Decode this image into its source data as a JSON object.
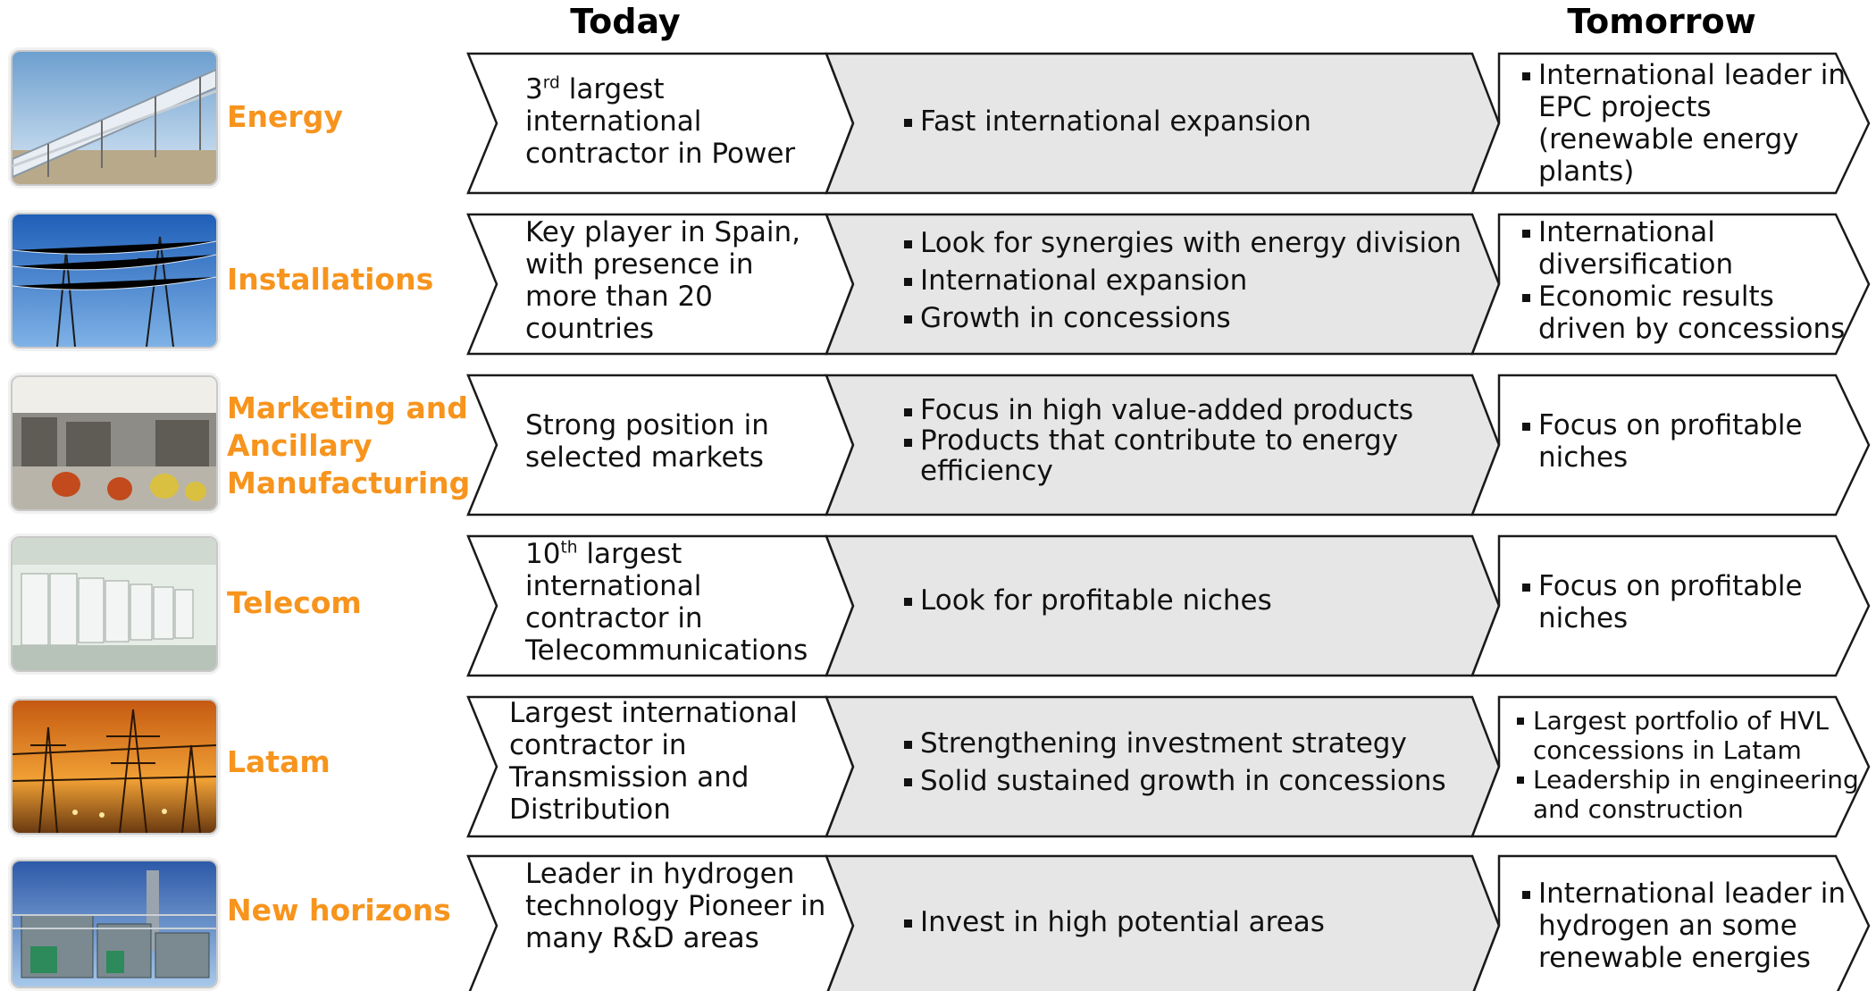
{
  "headers": {
    "today": "Today",
    "tomorrow": "Tomorrow"
  },
  "colors": {
    "segment_label": "#f7941d",
    "middle_fill": "#e6e6e6",
    "box_stroke": "#1a1a1a"
  },
  "rows": [
    {
      "segment": "Energy",
      "image": "solar-plant-photo",
      "today_pre": "3",
      "today_sup": "rd",
      "today_post": " largest international contractor in Power",
      "middle": [
        "Fast international expansion"
      ],
      "tomorrow": [
        "International leader in EPC projects (renewable energy plants)"
      ]
    },
    {
      "segment": "Installations",
      "image": "power-towers-photo",
      "today": "Key player in Spain, with presence in more than 20 countries",
      "middle": [
        "Look for synergies with energy division",
        "International expansion",
        "Growth in concessions"
      ],
      "tomorrow": [
        "International diversification",
        "Economic results driven by concessions"
      ]
    },
    {
      "segment": "Marketing and Ancillary Manufacturing",
      "image": "warehouse-photo",
      "today": "Strong position in selected markets",
      "middle": [
        "Focus in high value-added products",
        "Products that contribute to energy efficiency"
      ],
      "tomorrow": [
        "Focus on profitable niches"
      ]
    },
    {
      "segment": "Telecom",
      "image": "switchgear-photo",
      "today_pre": "10",
      "today_sup": "th",
      "today_post": " largest international contractor in Telecommunications",
      "middle": [
        "Look for profitable niches"
      ],
      "tomorrow": [
        "Focus on profitable niches"
      ]
    },
    {
      "segment": "Latam",
      "image": "substation-sunset-photo",
      "today": "Largest international contractor in Transmission and Distribution",
      "middle": [
        "Strengthening investment strategy",
        "Solid sustained growth in concessions"
      ],
      "tomorrow": [
        "Largest portfolio of HVL concessions in Latam",
        "Leadership in engineering and construction"
      ]
    },
    {
      "segment": "New horizons",
      "image": "hydrogen-plant-photo",
      "today": "Leader in hydrogen technology Pioneer in many R&D areas",
      "middle": [
        "Invest in high potential areas"
      ],
      "tomorrow": [
        "International leader in hydrogen an some renewable energies"
      ]
    }
  ]
}
